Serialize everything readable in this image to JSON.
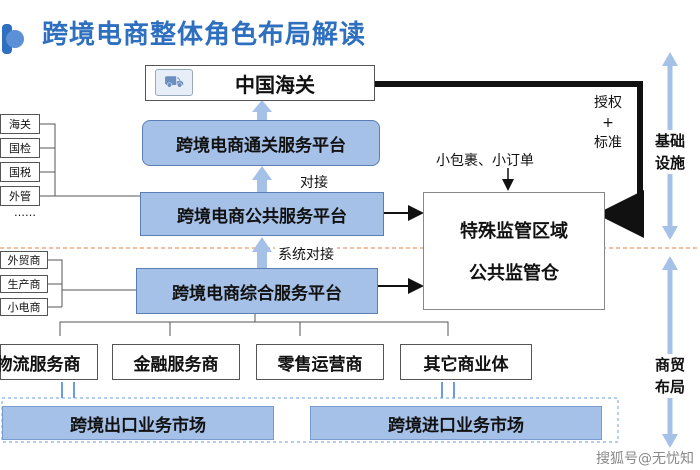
{
  "title": "跨境电商整体角色布局解读",
  "customs": "中国海关",
  "platforms": {
    "customs_service": "跨境电商通关服务平台",
    "public_service": "跨境电商公共服务平台",
    "integrated_service": "跨境电商综合服务平台"
  },
  "zone": {
    "line1": "特殊监管区域",
    "line2": "公共监管仓"
  },
  "labels": {
    "duijie": "对接",
    "system_duijie": "系统对接",
    "small_parcels": "小包裹、小订单",
    "auth": "授权",
    "plus": "+",
    "standard": "标准"
  },
  "gov_agencies": [
    "海关",
    "国检",
    "国税",
    "外管",
    "……"
  ],
  "merchants": [
    "外贸商",
    "生产商",
    "小电商"
  ],
  "service_providers": [
    "物流服务商",
    "金融服务商",
    "零售运营商",
    "其它商业体"
  ],
  "markets": [
    "跨境出口业务市场",
    "跨境进口业务市场"
  ],
  "side_labels": {
    "infrastructure": "基础设施",
    "commerce": "商贸布局"
  },
  "watermark": "搜狐号@无忧知",
  "colors": {
    "title": "#2e6fbf",
    "platform_fill": "#a6c1e8",
    "arrow": "#111111",
    "divider": "#e08040"
  }
}
